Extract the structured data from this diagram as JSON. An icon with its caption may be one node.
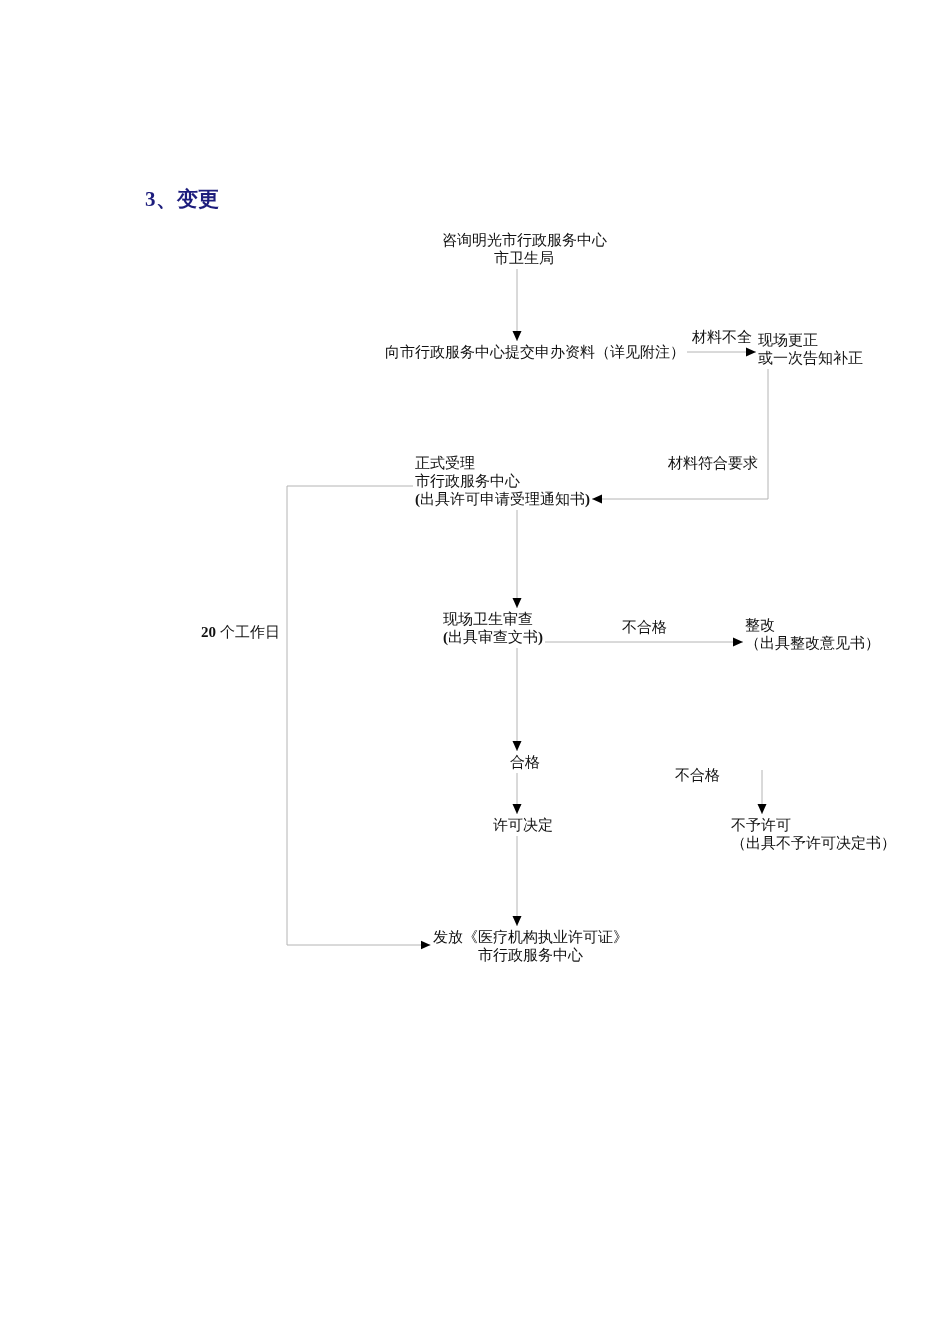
{
  "diagram": {
    "title": "3、变更",
    "nodes": [
      {
        "text": [
          "咨询明光市行政服务中心",
          "市卫生局"
        ]
      },
      {
        "text": [
          "向市行政服务中心提交申办资料（详见附注）"
        ]
      },
      {
        "text": [
          "现场更正",
          "或一次告知补正"
        ]
      },
      {
        "text": [
          "正式受理",
          "市行政服务中心",
          "**(**出具许可申请受理通知书**)**"
        ]
      },
      {
        "text": [
          "现场卫生审查",
          "**(**出具审查文书**)**"
        ]
      },
      {
        "text": [
          "整改",
          "（出具整改意见书）"
        ]
      },
      {
        "text": [
          "合格"
        ]
      },
      {
        "text": [
          "许可决定"
        ]
      },
      {
        "text": [
          "不予许可",
          "（出具不予许可决定书）"
        ]
      },
      {
        "text": [
          "发放《医疗机构执业许可证》",
          "市行政服务中心"
        ]
      }
    ],
    "edges": [
      {
        "from": 0,
        "to": 1,
        "arrow": "to"
      },
      {
        "from": 1,
        "to": 2,
        "arrow": "to",
        "label": "材料不全"
      },
      {
        "from": 2,
        "to": 3,
        "arrow": "to",
        "label": "材料符合要求"
      },
      {
        "from": 3,
        "to": 4,
        "arrow": "to"
      },
      {
        "from": 4,
        "to": 5,
        "arrow": "to",
        "label": "不合格"
      },
      {
        "from": 4,
        "to": 6,
        "arrow": "to"
      },
      {
        "from": 6,
        "to": 7,
        "arrow": "to"
      },
      {
        "from": null,
        "to": 8,
        "arrow": "to",
        "label": "不合格"
      },
      {
        "from": 7,
        "to": 9,
        "arrow": "to"
      },
      {
        "from": 3,
        "to": 9,
        "arrow": "to",
        "label": "**20** 个工作日"
      }
    ]
  }
}
